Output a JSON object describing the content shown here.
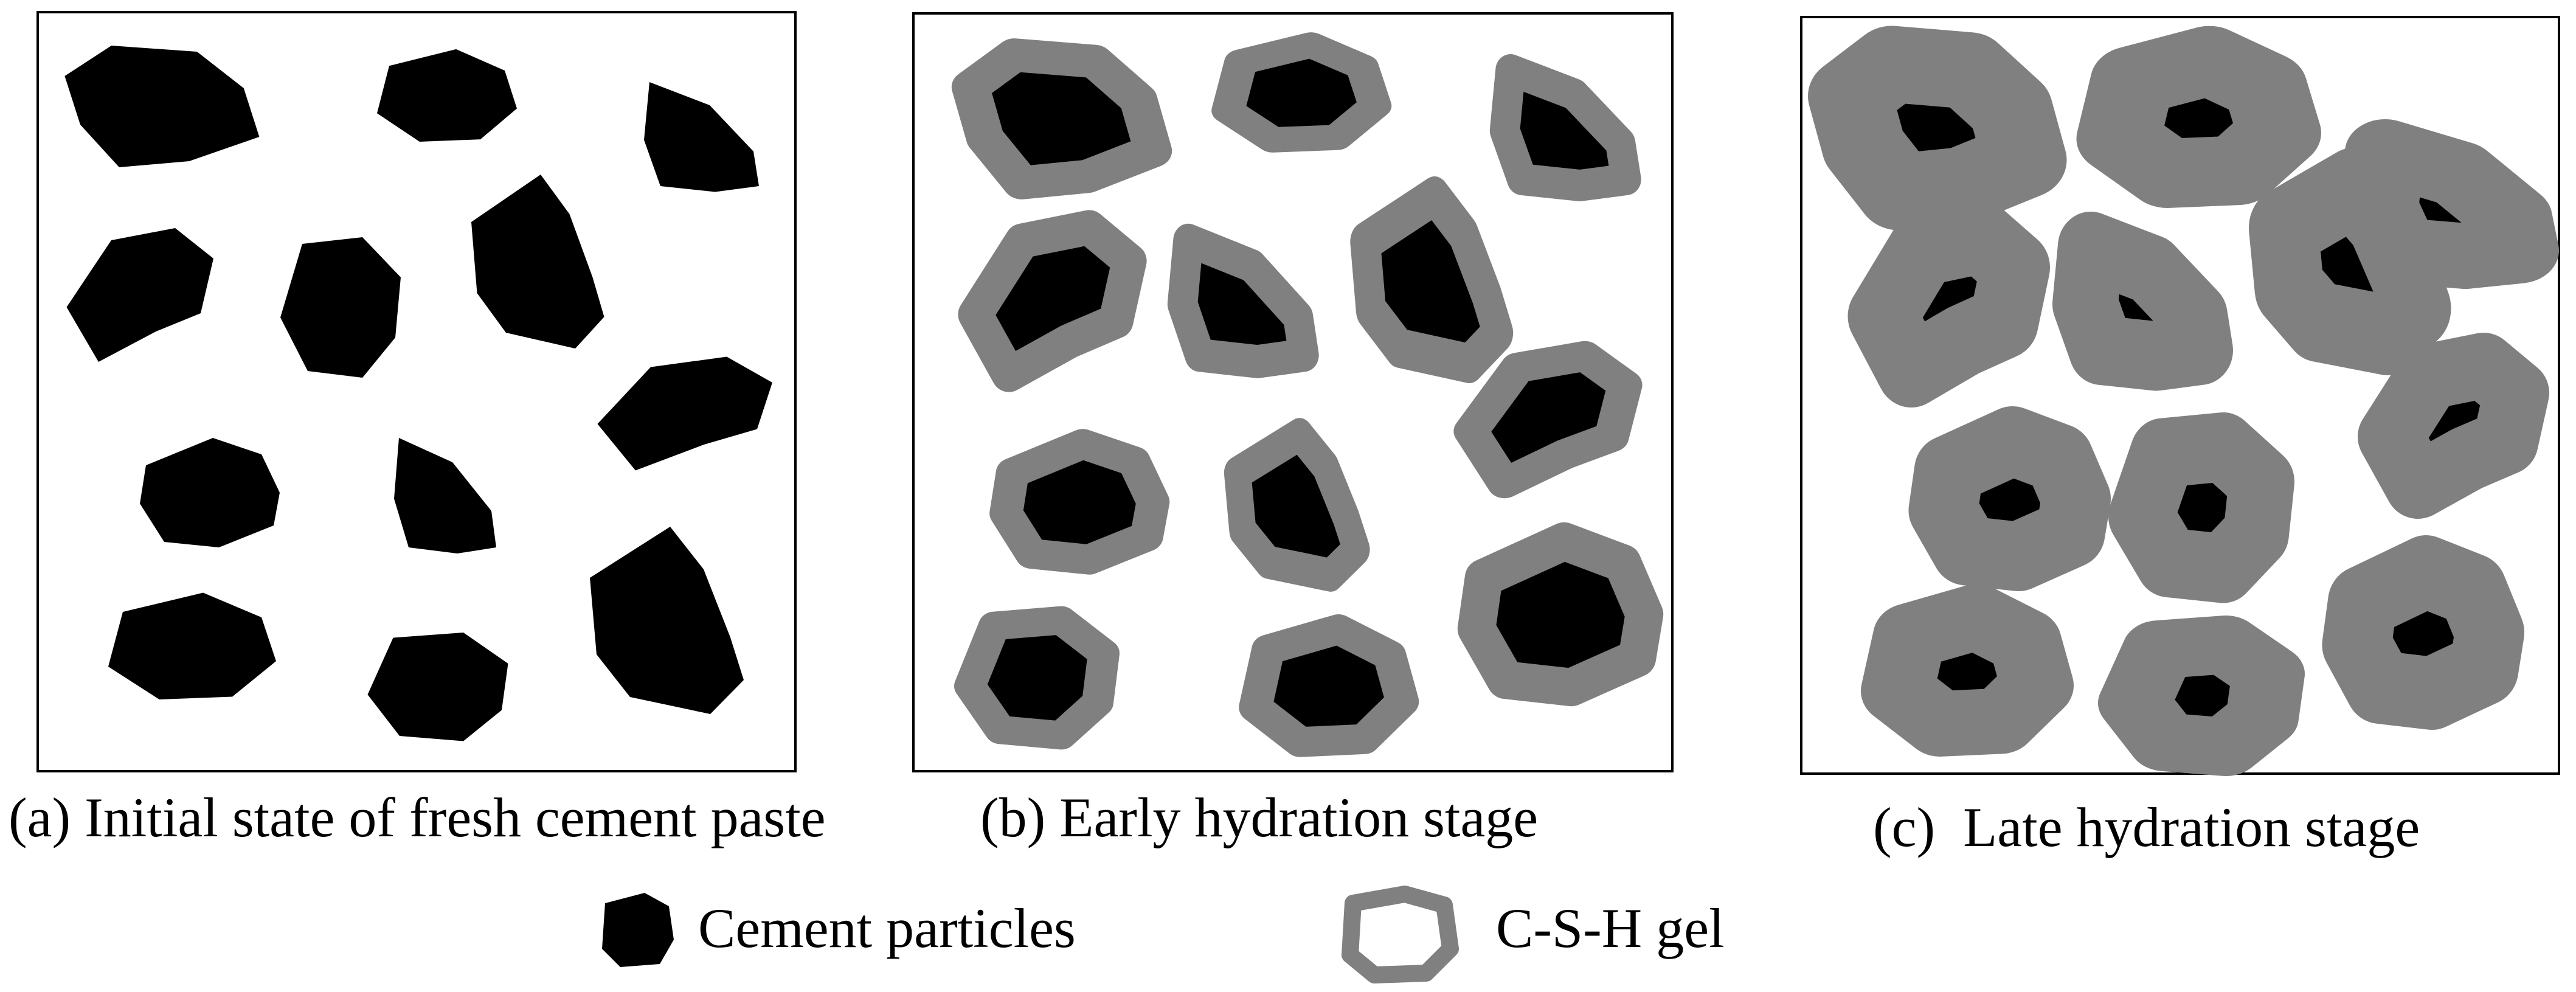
{
  "panels": [
    {
      "caption": "(a) Initial state of fresh cement paste"
    },
    {
      "caption": "(b) Early hydration stage"
    },
    {
      "caption": "(c)  Late hydration stage"
    }
  ],
  "legend": {
    "cement_label": "Cement particles",
    "gel_label": "C-S-H gel"
  },
  "colors": {
    "cement": "#000000",
    "gel": "#808080",
    "frame": "#000000",
    "background": "#ffffff"
  },
  "icons": {
    "cement": "black-irregular-particle-icon",
    "gel": "grey-ring-particle-icon"
  }
}
